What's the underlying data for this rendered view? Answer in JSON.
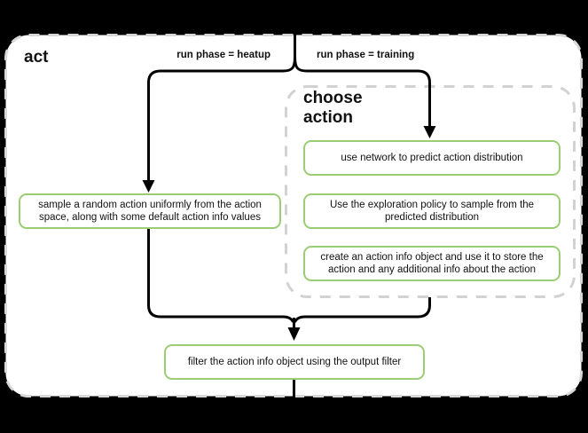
{
  "diagram": {
    "title": "act",
    "edges": {
      "heatup_label": "run phase = heatup",
      "training_label": "run phase = training"
    },
    "group": {
      "title": "choose action"
    },
    "nodes": {
      "sample_random": "sample a random action uniformly from the action space, along with some default action info values",
      "use_network": "use network to predict action distribution",
      "exploration_policy": "Use the exploration policy to sample from the predicted distribution",
      "create_action_info": "create an action info object and use it to store the action and any additional info about the action",
      "filter_output": "filter the action info object using the output filter"
    }
  },
  "colors": {
    "background": "#000000",
    "panel_bg": "#ffffff",
    "panel_border": "#d8d8d8",
    "group_border": "#d2d2d2",
    "node_border": "#9bcd74",
    "line": "#000000",
    "text": "#111111"
  }
}
